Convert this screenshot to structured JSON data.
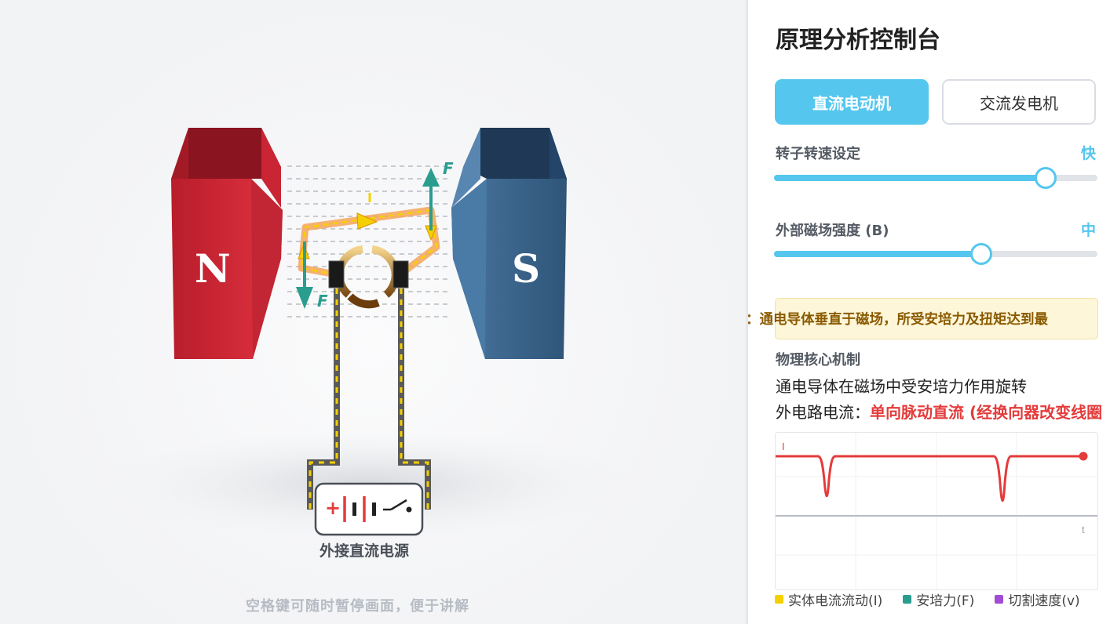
{
  "stage": {
    "magnet_north_label": "N",
    "magnet_south_label": "S",
    "force_label_top": "F",
    "force_label_bottom": "F",
    "power_source_label": "外接直流电源",
    "battery_plus": "+",
    "hint": "空格键可随时暂停画面，便于讲解"
  },
  "panel": {
    "title": "原理分析控制台",
    "modes": [
      {
        "label": "直流电动机",
        "active": true
      },
      {
        "label": "交流发电机",
        "active": false
      }
    ],
    "speed": {
      "label": "转子转速设定",
      "value_text": "快",
      "level": 0.84
    },
    "field": {
      "label": "外部磁场强度 (B)",
      "value_text": "中",
      "level": 0.64
    },
    "status": "状态：通电导体垂直于磁场，所受安培力及扭矩达到最",
    "mechanism": {
      "heading": "物理核心机制",
      "line1": "通电导体在磁场中受安培力作用旋转",
      "line2_prefix": "外电路电流：",
      "line2_highlight": "单向脉动直流 (经换向器改变线圈"
    },
    "graph": {
      "y_label": "I",
      "x_label": "t"
    },
    "legend": [
      {
        "label": "实体电流流动(I)",
        "color": "#f5d000"
      },
      {
        "label": "安培力(F)",
        "color": "#2a9d8f"
      },
      {
        "label": "切割速度(v)",
        "color": "#a24bd6"
      }
    ]
  },
  "colors": {
    "accent": "#55c7ee",
    "north": "#d42a37",
    "south": "#3a6288",
    "current": "#f5d000",
    "force": "#2a9d8f",
    "graph_line": "#e43b3b"
  }
}
